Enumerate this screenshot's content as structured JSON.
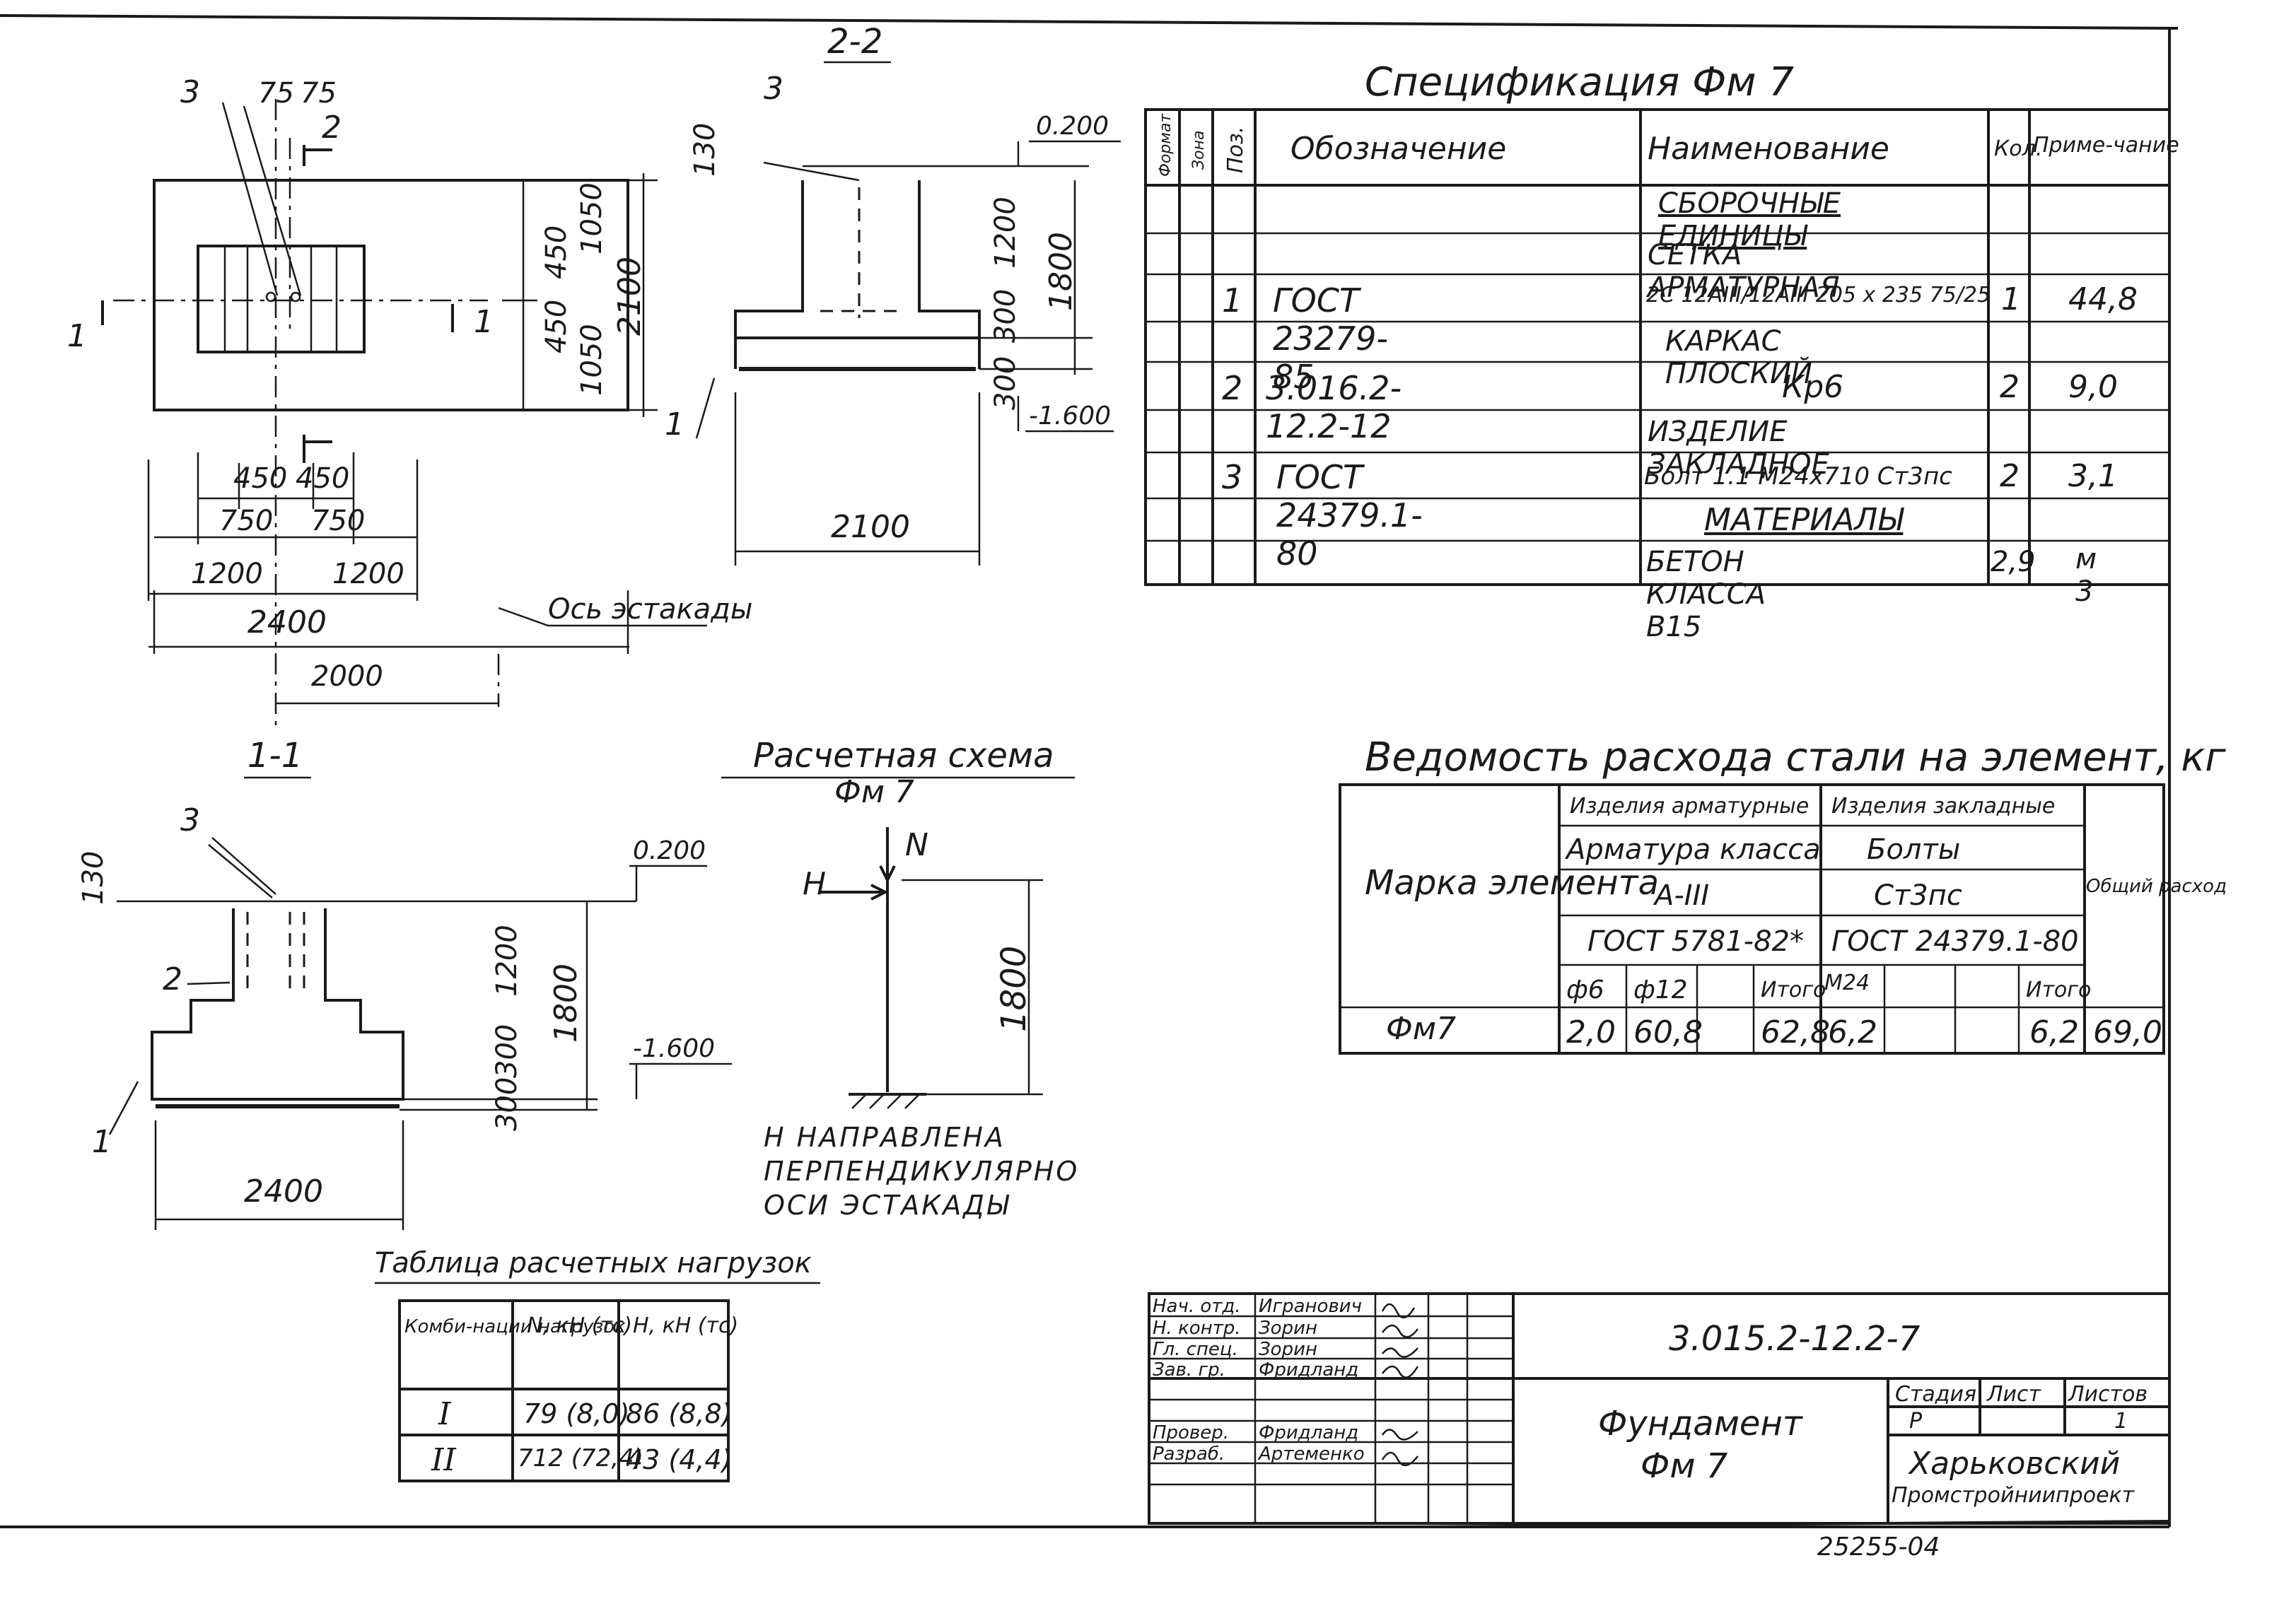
{
  "spec": {
    "title": "Спецификация Фм 7",
    "headers": {
      "format": "Формат",
      "zone": "Зона",
      "pos": "Поз.",
      "designation": "Обозначение",
      "name": "Наименование",
      "qty": "Кол.",
      "note": "Приме-чание"
    },
    "rows": [
      {
        "pos": "",
        "designation": "",
        "name": "Сборочные единицы",
        "qty": "",
        "note": ""
      },
      {
        "pos": "",
        "designation": "",
        "name": "Сетка арматурная",
        "qty": "",
        "note": ""
      },
      {
        "pos": "1",
        "designation": "ГОСТ 23279-85",
        "name": "2С 12АIII/12АIII 205 x 235 75/25",
        "qty": "1",
        "note": "44,8"
      },
      {
        "pos": "",
        "designation": "",
        "name": "Каркас плоский",
        "qty": "",
        "note": ""
      },
      {
        "pos": "2",
        "designation": "3.016.2-12.2-12",
        "name": "Кр6",
        "qty": "2",
        "note": "9,0"
      },
      {
        "pos": "",
        "designation": "",
        "name": "Изделие закладное",
        "qty": "",
        "note": ""
      },
      {
        "pos": "3",
        "designation": "ГОСТ 24379.1-80",
        "name": "Болт 1.1 М24х710 Ст3пс",
        "qty": "2",
        "note": "3,1"
      },
      {
        "pos": "",
        "designation": "",
        "name": "Материалы",
        "qty": "",
        "note": ""
      },
      {
        "pos": "",
        "designation": "",
        "name": "Бетон класса В15",
        "qty": "2,9",
        "note": "м 3"
      }
    ]
  },
  "steel": {
    "title": "Ведомость расхода стали на элемент, кг",
    "mark_header": "Марка элемента",
    "group1": "Изделия арматурные",
    "group2": "Изделия закладные",
    "g1_sub1": "Арматура класса",
    "g1_sub2": "А-III",
    "g1_sub3": "ГОСТ 5781-82*",
    "g2_sub1": "Болты",
    "g2_sub2": "Ст3пс",
    "g2_sub3": "ГОСТ 24379.1-80",
    "total_header": "Общий расход",
    "cols": [
      "ф6",
      "ф12",
      "",
      "Итого",
      "М24",
      "",
      "",
      "Итого"
    ],
    "row": {
      "mark": "Фм7",
      "values": [
        "2,0",
        "60,8",
        "",
        "62,8",
        "6,2",
        "",
        "",
        "6,2"
      ],
      "total": "69,0"
    }
  },
  "loads": {
    "title": "Таблица расчетных нагрузок",
    "headers": [
      "Комби-нации нагрузок",
      "N, кН (тс)",
      "H, кН (тс)"
    ],
    "rows": [
      [
        "I",
        "79 (8,0)",
        "86 (8,8)"
      ],
      [
        "II",
        "712 (72,4)",
        "43 (4,4)"
      ]
    ]
  },
  "scheme": {
    "title": "Расчетная схема",
    "subtitle": "Фм 7",
    "N": "N",
    "H": "H",
    "height": "1800",
    "note": "Н направлена перпендикулярно оси эстакады"
  },
  "plan": {
    "label_pos3": "3",
    "label_pos2": "2",
    "label_75a": "75",
    "label_75b": "75",
    "label_1": "1",
    "dims": {
      "d450a": "450",
      "d450b": "450",
      "d1050a": "1050",
      "d1050b": "1050",
      "d2100": "2100",
      "d450c": "450",
      "d450d": "450",
      "d750a": "750",
      "d750b": "750",
      "d1200a": "1200",
      "d1200b": "1200",
      "d2400": "2400",
      "d2000": "2000"
    },
    "axis_label": "Ось эстакады"
  },
  "sec22": {
    "title": "2-2",
    "pos3": "3",
    "pos1": "1",
    "d130": "130",
    "d1200": "1200",
    "d1800": "1800",
    "d300a": "300",
    "d300b": "300",
    "d2100": "2100",
    "lvl_top": "0.200",
    "lvl_bot": "-1.600"
  },
  "sec11": {
    "title": "1-1",
    "pos3": "3",
    "pos2": "2",
    "pos1": "1",
    "d130": "130",
    "d1200": "1200",
    "d1800": "1800",
    "d300a": "300",
    "d300b": "300",
    "d2400": "2400",
    "lvl_top": "0.200",
    "lvl_bot": "-1.600"
  },
  "title_block": {
    "doc_code": "3.015.2-12.2-7",
    "roles": [
      {
        "role": "Нач. отд.",
        "name": "Игранович"
      },
      {
        "role": "Н. контр.",
        "name": "Зорин"
      },
      {
        "role": "Гл. спец.",
        "name": "Зорин"
      },
      {
        "role": "Зав. гр.",
        "name": "Фридланд"
      },
      {
        "role": "",
        "name": ""
      },
      {
        "role": "Провер.",
        "name": "Фридланд"
      },
      {
        "role": "Разраб.",
        "name": "Артеменко"
      }
    ],
    "doc_name_line1": "Фундамент",
    "doc_name_line2": "Фм 7",
    "stage_header": "Стадия",
    "sheet_header": "Лист",
    "sheets_header": "Листов",
    "stage": "Р",
    "sheets": "1",
    "org_line1": "Харьковский",
    "org_line2": "Промстройниипроект",
    "inv": "25255-04"
  }
}
